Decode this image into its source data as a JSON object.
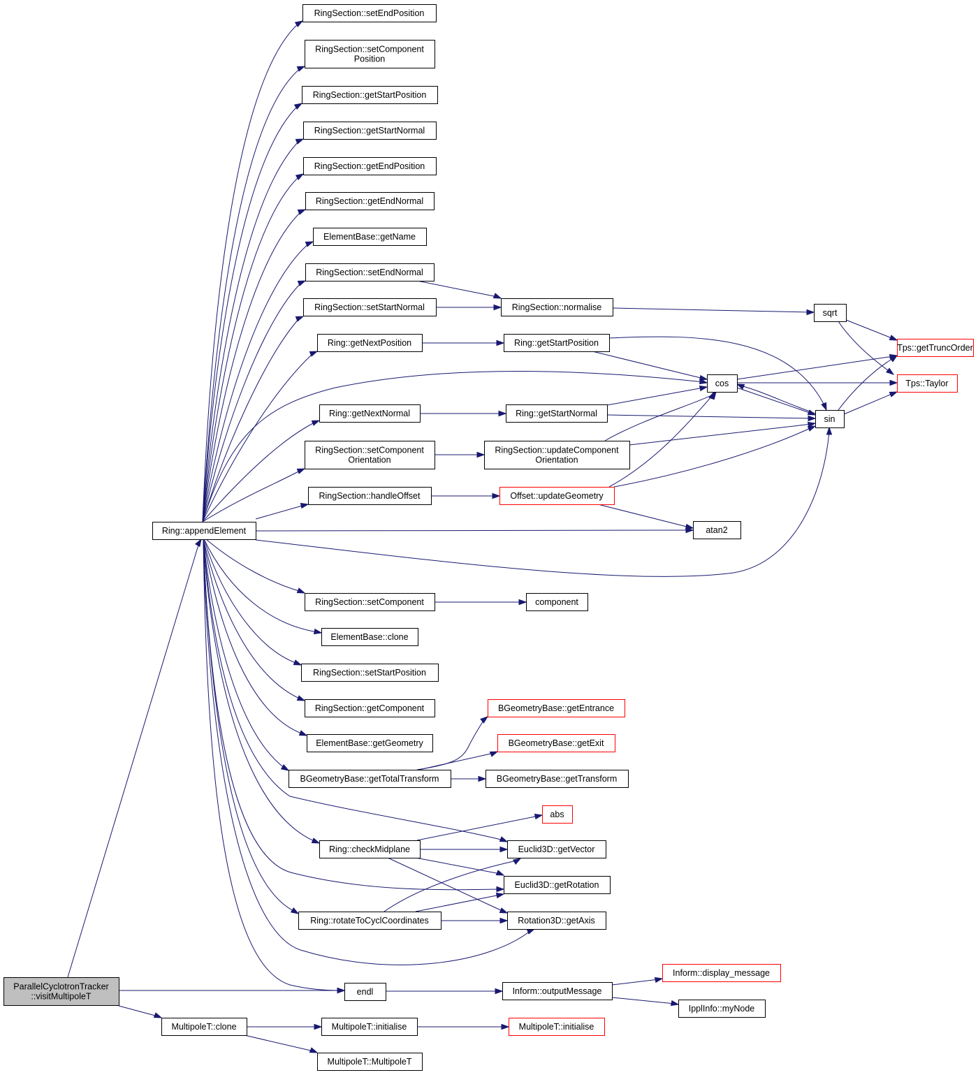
{
  "colors": {
    "edge": "#191970",
    "node_border": "#000000",
    "node_border_truncated": "#ff0000",
    "node_fill": "#ffffff",
    "root_fill": "#bfbfbf"
  },
  "nodes": [
    {
      "id": "root",
      "lines": [
        "ParallelCyclotronTracker",
        "::visitMultipoleT"
      ],
      "kind": "root"
    },
    {
      "id": "appendElement",
      "lines": [
        "Ring::appendElement"
      ],
      "kind": "normal"
    },
    {
      "id": "setEndPosition",
      "lines": [
        "RingSection::setEndPosition"
      ],
      "kind": "normal"
    },
    {
      "id": "setComponentPosition",
      "lines": [
        "RingSection::setComponent",
        "Position"
      ],
      "kind": "normal"
    },
    {
      "id": "getStartPositionRS",
      "lines": [
        "RingSection::getStartPosition"
      ],
      "kind": "normal"
    },
    {
      "id": "getStartNormalRS",
      "lines": [
        "RingSection::getStartNormal"
      ],
      "kind": "normal"
    },
    {
      "id": "getEndPosition",
      "lines": [
        "RingSection::getEndPosition"
      ],
      "kind": "normal"
    },
    {
      "id": "getEndNormal",
      "lines": [
        "RingSection::getEndNormal"
      ],
      "kind": "normal"
    },
    {
      "id": "getName",
      "lines": [
        "ElementBase::getName"
      ],
      "kind": "normal"
    },
    {
      "id": "setEndNormal",
      "lines": [
        "RingSection::setEndNormal"
      ],
      "kind": "normal"
    },
    {
      "id": "setStartNormal",
      "lines": [
        "RingSection::setStartNormal"
      ],
      "kind": "normal"
    },
    {
      "id": "getNextPosition",
      "lines": [
        "Ring::getNextPosition"
      ],
      "kind": "normal"
    },
    {
      "id": "getNextNormal",
      "lines": [
        "Ring::getNextNormal"
      ],
      "kind": "normal"
    },
    {
      "id": "setComponentOrientation",
      "lines": [
        "RingSection::setComponent",
        "Orientation"
      ],
      "kind": "normal"
    },
    {
      "id": "handleOffset",
      "lines": [
        "RingSection::handleOffset"
      ],
      "kind": "normal"
    },
    {
      "id": "setComponent",
      "lines": [
        "RingSection::setComponent"
      ],
      "kind": "normal"
    },
    {
      "id": "ebClone",
      "lines": [
        "ElementBase::clone"
      ],
      "kind": "normal"
    },
    {
      "id": "setStartPosition",
      "lines": [
        "RingSection::setStartPosition"
      ],
      "kind": "normal"
    },
    {
      "id": "getComponent",
      "lines": [
        "RingSection::getComponent"
      ],
      "kind": "normal"
    },
    {
      "id": "getGeometry",
      "lines": [
        "ElementBase::getGeometry"
      ],
      "kind": "normal"
    },
    {
      "id": "getTotalTransform",
      "lines": [
        "BGeometryBase::getTotalTransform"
      ],
      "kind": "normal"
    },
    {
      "id": "checkMidplane",
      "lines": [
        "Ring::checkMidplane"
      ],
      "kind": "normal"
    },
    {
      "id": "rotateToCycl",
      "lines": [
        "Ring::rotateToCyclCoordinates"
      ],
      "kind": "normal"
    },
    {
      "id": "endl",
      "lines": [
        "endl"
      ],
      "kind": "normal"
    },
    {
      "id": "mtClone",
      "lines": [
        "MultipoleT::clone"
      ],
      "kind": "normal"
    },
    {
      "id": "normalise",
      "lines": [
        "RingSection::normalise"
      ],
      "kind": "normal"
    },
    {
      "id": "ringGetStartPosition",
      "lines": [
        "Ring::getStartPosition"
      ],
      "kind": "normal"
    },
    {
      "id": "ringGetStartNormal",
      "lines": [
        "Ring::getStartNormal"
      ],
      "kind": "normal"
    },
    {
      "id": "updateCompOrient",
      "lines": [
        "RingSection::updateComponent",
        "Orientation"
      ],
      "kind": "normal"
    },
    {
      "id": "offsetUpdateGeometry",
      "lines": [
        "Offset::updateGeometry"
      ],
      "kind": "truncated"
    },
    {
      "id": "component",
      "lines": [
        "component"
      ],
      "kind": "normal"
    },
    {
      "id": "getEntrance",
      "lines": [
        "BGeometryBase::getEntrance"
      ],
      "kind": "truncated"
    },
    {
      "id": "getExit",
      "lines": [
        "BGeometryBase::getExit"
      ],
      "kind": "truncated"
    },
    {
      "id": "getTransform",
      "lines": [
        "BGeometryBase::getTransform"
      ],
      "kind": "normal"
    },
    {
      "id": "abs",
      "lines": [
        "abs"
      ],
      "kind": "truncated"
    },
    {
      "id": "getVector",
      "lines": [
        "Euclid3D::getVector"
      ],
      "kind": "normal"
    },
    {
      "id": "getRotation",
      "lines": [
        "Euclid3D::getRotation"
      ],
      "kind": "normal"
    },
    {
      "id": "getAxis",
      "lines": [
        "Rotation3D::getAxis"
      ],
      "kind": "normal"
    },
    {
      "id": "outputMessage",
      "lines": [
        "Inform::outputMessage"
      ],
      "kind": "normal"
    },
    {
      "id": "mtInitialise",
      "lines": [
        "MultipoleT::initialise"
      ],
      "kind": "normal"
    },
    {
      "id": "mtMultipoleT",
      "lines": [
        "MultipoleT::MultipoleT"
      ],
      "kind": "normal"
    },
    {
      "id": "mtInitialise2",
      "lines": [
        "MultipoleT::initialise"
      ],
      "kind": "truncated"
    },
    {
      "id": "displayMessage",
      "lines": [
        "Inform::display_message"
      ],
      "kind": "truncated"
    },
    {
      "id": "myNode",
      "lines": [
        "IpplInfo::myNode"
      ],
      "kind": "normal"
    },
    {
      "id": "sqrt",
      "lines": [
        "sqrt"
      ],
      "kind": "normal"
    },
    {
      "id": "cos",
      "lines": [
        "cos"
      ],
      "kind": "normal"
    },
    {
      "id": "sin",
      "lines": [
        "sin"
      ],
      "kind": "normal"
    },
    {
      "id": "atan2",
      "lines": [
        "atan2"
      ],
      "kind": "normal"
    },
    {
      "id": "getTruncOrder",
      "lines": [
        "Tps::getTruncOrder"
      ],
      "kind": "truncated"
    },
    {
      "id": "taylor",
      "lines": [
        "Tps::Taylor"
      ],
      "kind": "truncated"
    }
  ],
  "edges": [
    [
      "root",
      "appendElement"
    ],
    [
      "root",
      "endl"
    ],
    [
      "root",
      "mtClone"
    ],
    [
      "appendElement",
      "setEndPosition"
    ],
    [
      "appendElement",
      "setComponentPosition"
    ],
    [
      "appendElement",
      "getStartPositionRS"
    ],
    [
      "appendElement",
      "getStartNormalRS"
    ],
    [
      "appendElement",
      "getEndPosition"
    ],
    [
      "appendElement",
      "getEndNormal"
    ],
    [
      "appendElement",
      "getName"
    ],
    [
      "appendElement",
      "setEndNormal"
    ],
    [
      "appendElement",
      "setStartNormal"
    ],
    [
      "appendElement",
      "getNextPosition"
    ],
    [
      "appendElement",
      "cos"
    ],
    [
      "appendElement",
      "getNextNormal"
    ],
    [
      "appendElement",
      "setComponentOrientation"
    ],
    [
      "appendElement",
      "handleOffset"
    ],
    [
      "appendElement",
      "atan2"
    ],
    [
      "appendElement",
      "sin"
    ],
    [
      "appendElement",
      "setComponent"
    ],
    [
      "appendElement",
      "ebClone"
    ],
    [
      "appendElement",
      "setStartPosition"
    ],
    [
      "appendElement",
      "getComponent"
    ],
    [
      "appendElement",
      "getGeometry"
    ],
    [
      "appendElement",
      "getTotalTransform"
    ],
    [
      "appendElement",
      "getVector"
    ],
    [
      "appendElement",
      "checkMidplane"
    ],
    [
      "appendElement",
      "getRotation"
    ],
    [
      "appendElement",
      "rotateToCycl"
    ],
    [
      "appendElement",
      "getAxis"
    ],
    [
      "appendElement",
      "endl"
    ],
    [
      "setEndNormal",
      "normalise"
    ],
    [
      "setStartNormal",
      "normalise"
    ],
    [
      "normalise",
      "sqrt"
    ],
    [
      "getNextPosition",
      "ringGetStartPosition"
    ],
    [
      "ringGetStartPosition",
      "cos"
    ],
    [
      "ringGetStartPosition",
      "sin"
    ],
    [
      "getNextNormal",
      "ringGetStartNormal"
    ],
    [
      "ringGetStartNormal",
      "cos"
    ],
    [
      "ringGetStartNormal",
      "sin"
    ],
    [
      "setComponentOrientation",
      "updateCompOrient"
    ],
    [
      "updateCompOrient",
      "cos"
    ],
    [
      "updateCompOrient",
      "sin"
    ],
    [
      "handleOffset",
      "offsetUpdateGeometry"
    ],
    [
      "offsetUpdateGeometry",
      "cos"
    ],
    [
      "offsetUpdateGeometry",
      "sin"
    ],
    [
      "offsetUpdateGeometry",
      "atan2"
    ],
    [
      "setComponent",
      "component"
    ],
    [
      "getTotalTransform",
      "getEntrance"
    ],
    [
      "getTotalTransform",
      "getExit"
    ],
    [
      "getTotalTransform",
      "getTransform"
    ],
    [
      "checkMidplane",
      "abs"
    ],
    [
      "checkMidplane",
      "getVector"
    ],
    [
      "checkMidplane",
      "getRotation"
    ],
    [
      "checkMidplane",
      "getAxis"
    ],
    [
      "rotateToCycl",
      "getVector"
    ],
    [
      "rotateToCycl",
      "getRotation"
    ],
    [
      "rotateToCycl",
      "getAxis"
    ],
    [
      "endl",
      "outputMessage"
    ],
    [
      "outputMessage",
      "displayMessage"
    ],
    [
      "outputMessage",
      "myNode"
    ],
    [
      "mtClone",
      "mtInitialise"
    ],
    [
      "mtClone",
      "mtMultipoleT"
    ],
    [
      "mtInitialise",
      "mtInitialise2"
    ],
    [
      "sqrt",
      "getTruncOrder"
    ],
    [
      "sqrt",
      "taylor"
    ],
    [
      "cos",
      "getTruncOrder"
    ],
    [
      "cos",
      "taylor"
    ],
    [
      "cos",
      "sin"
    ],
    [
      "sin",
      "cos"
    ],
    [
      "sin",
      "getTruncOrder"
    ],
    [
      "sin",
      "taylor"
    ]
  ]
}
